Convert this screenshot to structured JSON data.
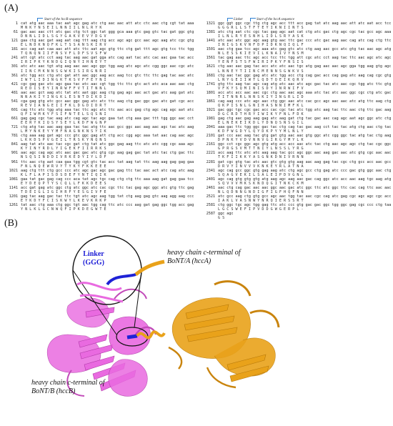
{
  "panels": {
    "a": "(A)",
    "b": "(B)"
  },
  "sequence_annotations": {
    "start_hccB": "Start of the hccB sequence",
    "linker": "Linker",
    "start_hccA": "Start of the hccA sequence"
  },
  "sequence_left": [
    {
      "n": "1",
      "nt": "cat atg aac aaa tac aat agc gag atc ctg aac aac att atc ctc aac ctg cgt tat aaa",
      "aa": "M N K Y N S E I L N N I I L N L R Y K"
    },
    {
      "n": "61",
      "nt": "gac aac aac ctt atc gac ctg tct ggc tat ggg gca aaa gtc gag gtc tac gat ggc gtg",
      "aa": "D N N L I D L S G Y G A K V E V Y D G V"
    },
    {
      "n": "121",
      "nt": "gaa ctg aac gat aag aat cag ttt aag ctg acc agc agc gcc aac agc aag atc cgc gtg",
      "aa": "E L N D K N Q F K L T S S A N S K I R V"
    },
    {
      "n": "181",
      "nt": "acc cag aat caa aac att atc ttc aat agc gtg ttc ctg gat ttt agc gtg tcc ttc tgg",
      "aa": "T Q N Q N I I F N S V F L D F S V S F W"
    },
    {
      "n": "241",
      "nt": "att cgt atc cct aag tac aag aac gat gga atc cag aat tac atc cac aac gaa tac acc",
      "aa": "I R I P K Y K N D G I Q N Y I H N E Y T"
    },
    {
      "n": "301",
      "nt": "atc atc aac tgt atg aag aac aac agc ggc tgg aag atc agc atc cgg ggc aac cgc atc",
      "aa": "I I N C M K N N S G W K I S I R G N R I"
    },
    {
      "n": "361",
      "nt": "atc tgg acc ctg atc gat att aac ggc aag acc aag tcc gtc ttc ttc gag tac aac atc",
      "aa": "I W T L I D I N G K T K S V F F E Y N I"
    },
    {
      "n": "421",
      "nt": "cgc gag gac atc agc gaa tac atc aac cgt tgg ttc ttc gtc act atc aca aac aac ctg",
      "aa": "R E D I S E Y I N R W F F V T I T N N L"
    },
    {
      "n": "481",
      "nt": "aac aac gct aag atc tat atc aat ggc aag ctg gag agc aac act gac atc aag gat atc",
      "aa": "N N A K I Y I N G K L E S N T D I K D I"
    },
    {
      "n": "541",
      "nt": "cga gag gtg atc gcc aac ggc gag atc atc ttc aag ctg gac ggc gac atc gat cgc acc",
      "aa": "R E V I A N G E I I F K L D G D I D R T"
    },
    {
      "n": "601",
      "nt": "cag ttc atc tgg atg aaa tac ttc agc atc ttc aac acc gag ctg agc cag agc aat atc",
      "aa": "Q F I W M K Y F S I F N T E L S Q S N I"
    },
    {
      "n": "661",
      "nt": "gag gag cgc tac aag atc cag agc tac agc gaa tat ctg aaa gac ttt tgg ggc aac cct",
      "aa": "E E R Y K I Q S Y S E Y L K D F W G N P"
    },
    {
      "n": "721",
      "nt": "ctg atg tac aac aag gaa tac tac atg ttc aac gcc ggc aac aag aac agc tac atc aag",
      "aa": "L M Y N K E Y Y M F N A G N K N S Y I K"
    },
    {
      "n": "781",
      "nt": "ctg aaa aag gat agc ccc gtc ggc gag att ctg acc cgg agc aaa tat aac cag aac agc",
      "aa": "L K K D S P V G E I L T R S K Y N Q N S"
    },
    {
      "n": "841",
      "nt": "aag tat atc aac tac cgc gat ctg tat atc ggc gag aag ttc atc atc cgg cgc aaa agc",
      "aa": "K Y I N Y R D L Y I G E K F I I R R K S"
    },
    {
      "n": "901",
      "nt": "aac agc cag agc atc aac gac gac atc gtg cgc aag gag gac tat atc tac ctg gac ttc",
      "aa": "N S Q S I N D D I V R K E D Y I Y L D F"
    },
    {
      "n": "961",
      "nt": "ttc aac ctg aat caa gaa tgg cgt gtc tac acc tat aag tat ttc aag aag gag gag gaa",
      "aa": "F N L N Q E W R V Y T Y K Y F K K E E E"
    },
    {
      "n": "1021",
      "nt": "aag ctg ttt ctg gcc ccc atc agc gac agc gac gag ttc tac aac act atc cag atc aag",
      "aa": "K L F L A P I S D S D E F Y N T I Q I K"
    },
    {
      "n": "1081",
      "nt": "gaa tat gac gag cag ccc aca tat agc tgc cag ctg ctg ttc aaa aag gat gag gaa tcc",
      "aa": "E Y D E Q P T Y S C Q L L F K K D E E S"
    },
    {
      "n": "1141",
      "nt": "acc gat gag atc ggc ctg atc ggc atc cac cgc ttc tac gag agc ggc atc gtg ttc gag",
      "aa": "T D E I G L I G I H R F Y E S G I V F E"
    },
    {
      "n": "1201",
      "nt": "gag tac aag gac tac ttc tgt atc agc aag tgg tat ctg aag gag gtc aag agg aag ccc",
      "aa": "E Y K D Y F C I S K W Y L K E V K R K P"
    },
    {
      "n": "1261",
      "nt": "tat aac ctg aaa ctg ggc tgt aac tgg cag ttc atc ccc aag gat gag ggc tgg acc gag",
      "aa": "Y N L K L G C N W Q F I P K D E G W T E"
    }
  ],
  "sequence_right": [
    {
      "n": "1321",
      "nt": "ggc ggt ggc cgc ttg ctg agc acc ttt acc gag tat atc aag aac att atc aat acc tcc",
      "aa": "G G G R L L S T F T E Y I K N I I N T S"
    },
    {
      "n": "1381",
      "nt": "atc ctg aat ctc cgc tac gag agc aat cat ctg atc gac ctg agc cgc tac gcc agc aaa",
      "aa": "I L N L R Y E S N H L I D L S R Y A S K"
    },
    {
      "n": "1441",
      "nt": "atc aac atc ggc agc aag gtg aac ttc gac ccc atc gac aag aac cag atc cag ctg ttc",
      "aa": "I N I G S K V N F D P I D K N Q I Q L F"
    },
    {
      "n": "1501",
      "nt": "aac ctg gaa tcc agc aaa atc gag gtc atc ctg aag aac gcc atc gtg tac aac agc atg",
      "aa": "N L E S S K I E V I L K N A I V Y N S M"
    },
    {
      "n": "1561",
      "nt": "tac gag aac ttc agc acc tcc ttc tgg att cgc atc cct aag tac ttc aac agc atc agc",
      "aa": "Y E N F S T S F W I R I P K Y F N S I S"
    },
    {
      "n": "1621",
      "nt": "ctg aac aac gag tac acc atc atc aac tgc atg gag aac aac agc gga tgg aag gtg agc",
      "aa": "L N N E Y T I I N C M E N N S G W K V S"
    },
    {
      "n": "1681",
      "nt": "ctg aac tac ggc gag atc atc tgg acc ctg cag gac acc cag gag atc aag cag cgc gtg",
      "aa": "L N Y G E I I W T L Q D T Q E I K Q R V"
    },
    {
      "n": "1741",
      "nt": "gtg ttc aag tac agc cag atg atc aac atc agc gac tac atc aac cgc tgg atc ttc gtg",
      "aa": "V F K Y S Q M I N I S D Y I N R W I F V"
    },
    {
      "n": "1801",
      "nt": "acc atc acc aac aac cgc ctg aac aac agc aaa atc tac atc aac ggc cgc ctg atc gac",
      "aa": "T I T N N R L N N S K I Y I N G R L I D"
    },
    {
      "n": "1861",
      "nt": "cag aag ccc atc agc aac ctg ggc aac atc cac gcc agc aac aac atc atg ttc aag ctg",
      "aa": "Q K P I S N L G N I H A S N N I M F K L"
    },
    {
      "n": "1921",
      "nt": "gac ggc tgc cgc gac acc cac cgc tac atc tgg atc aag tac ttc aac ctg ttc gac aag",
      "aa": "D G C R D T H R Y I W I K Y F N L F D K"
    },
    {
      "n": "1981",
      "nt": "gag ctg aac gag aag gag atc aag gat ctg tac gac aac cag agc aat agc ggc atc ctg",
      "aa": "E L N E K E I K D L Y D N Q S N S G I L"
    },
    {
      "n": "2041",
      "nt": "aaa gac ttc tgg ggc gac tac ctg cag tac gac aag cct tac tac atg ctg aac ctg tac",
      "aa": "K D F W G D Y L Q Y D K P Y Y M L N L Y"
    },
    {
      "n": "2101",
      "nt": "gat ccc aac aag tac gtg gat gtg aac aac gtg ggc atc cgg ggc tac atg tac ctg aag",
      "aa": "D P N K Y V D V N N V G I R G Y M Y L K"
    },
    {
      "n": "2161",
      "nt": "ggc cct cgc ggc agc gtg atg acc acc aac atc tac ctg aac agc agc ctg tac cgc ggc",
      "aa": "G P R G S V M T T N I Y L N S S L Y R G"
    },
    {
      "n": "2221",
      "nt": "acc aag ttc atc atc aag aag tac gcc agc ggc aac aag gac aac atc gtg cgc aac aac",
      "aa": "T K F I I K K Y A S G N K D N I V R N N"
    },
    {
      "n": "2281",
      "nt": "gat cgc gtg tac atc aac gtc gtg gtg aag aac aag gag tac cgc ctg gcc acc aac gcc",
      "aa": "D R V Y I N V V V K N K E Y R L A T N A"
    },
    {
      "n": "2341",
      "nt": "agc cag gcc ggc gtg gag aag atc ctg agc gcc ctg gag atc ccc gac gtg ggc aac ctg",
      "aa": "S Q A G V E K I L S A L E I P D V G N L"
    },
    {
      "n": "2401",
      "nt": "agc cag gtg gtg gtg atg aag agc aag aac gac cag ggc atc acc aac aag tgc aag atg",
      "aa": "S Q V V V M K S K N D Q G I T N K C K M"
    },
    {
      "n": "2461",
      "nt": "aac ctg cag gac aac aac ggc aac gac atc ggc ttc atc ggc ttc cac cag ttc aac aac",
      "aa": "N L Q D N N G N D I G F I G F H Q F N N"
    },
    {
      "n": "2521",
      "nt": "atc gcc aag ctg gtg gcc agc aac tgg tac aac cgc cag atc gag cgc agc agc cgc acc",
      "aa": "I A K L V A S N W Y N R Q I E R S S R T"
    },
    {
      "n": "2581",
      "nt": "ctg ggc tgc agc tgg gag ttc atc ccc gtg gac gac ggc tgg ggc gag cgc ccc ctg taa",
      "aa": "L G C S W E F I P V D D G W G E R P L -"
    },
    {
      "n": "2587",
      "nt": "ggc agc",
      "aa": "G S"
    }
  ],
  "figure_b": {
    "linker_label": "Linker\n(GGG)",
    "hccA_label": "heavy chain c-terminal of BoNT/A (hccA)",
    "hccB_label": "heavy chain c-terminal of BoNT/B (hccB)"
  },
  "colors": {
    "hccA": "#e9a21a",
    "hccB": "#e96ae0",
    "linker": "#1e22d6",
    "arrow": "#2d7fd3"
  }
}
